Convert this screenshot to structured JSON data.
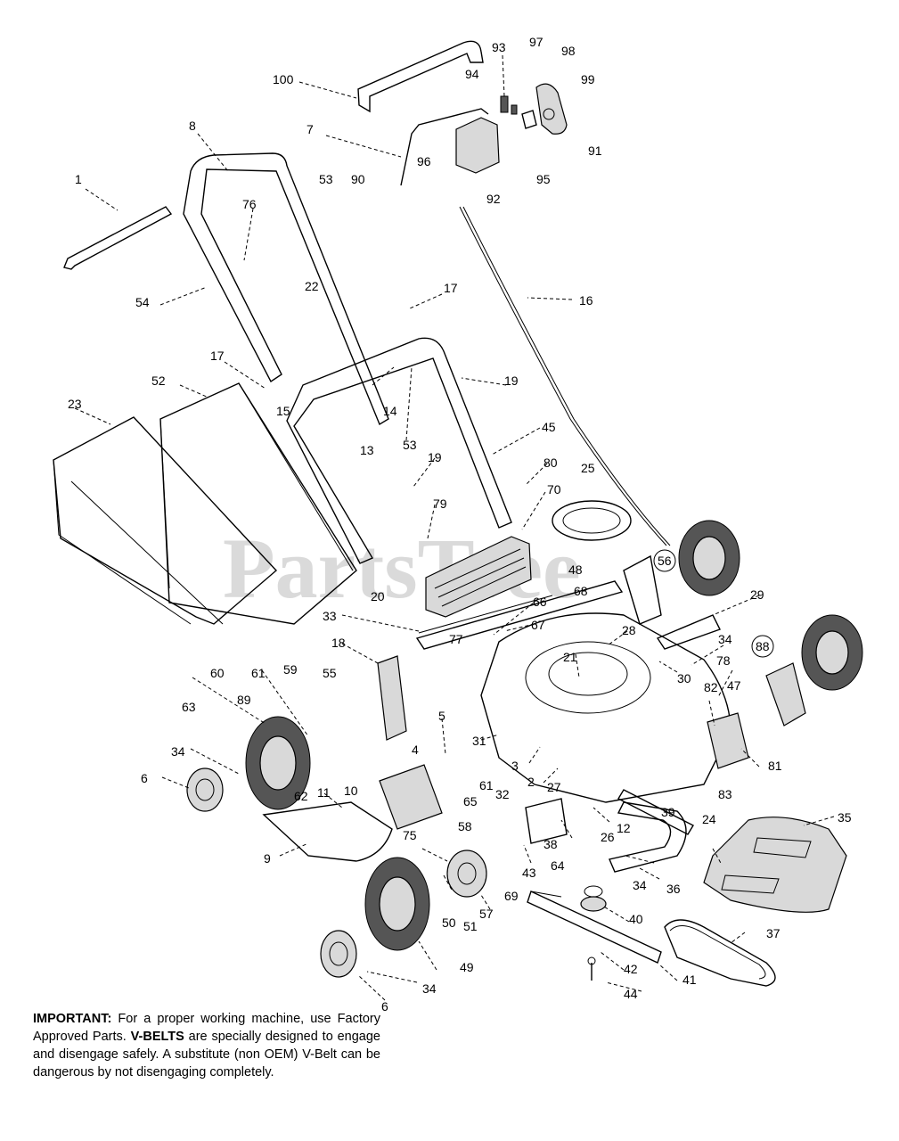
{
  "watermark": "PartsTree",
  "important_note": {
    "lead": "IMPORTANT:",
    "text_1": " For a proper working machine, use Factory Approved Parts. ",
    "emph": "V-BELTS",
    "text_2": " are specially designed to engage and disengage safely. A substitute (non OEM) V-Belt can be dangerous by not disengaging completely."
  },
  "callouts": [
    "100",
    "93",
    "97",
    "98",
    "94",
    "99",
    "8",
    "7",
    "96",
    "91",
    "95",
    "92",
    "1",
    "53",
    "90",
    "76",
    "22",
    "17",
    "16",
    "54",
    "52",
    "17",
    "19",
    "23",
    "15",
    "14",
    "13",
    "53",
    "45",
    "19",
    "80",
    "25",
    "70",
    "79",
    "48",
    "56",
    "68",
    "20",
    "66",
    "29",
    "33",
    "77",
    "67",
    "28",
    "34",
    "18",
    "88",
    "21",
    "78",
    "47",
    "60",
    "61",
    "59",
    "55",
    "30",
    "82",
    "5",
    "63",
    "89",
    "31",
    "4",
    "81",
    "34",
    "6",
    "3",
    "2",
    "27",
    "83",
    "62",
    "11",
    "10",
    "61",
    "32",
    "65",
    "12",
    "39",
    "24",
    "35",
    "9",
    "58",
    "75",
    "38",
    "26",
    "43",
    "64",
    "69",
    "34",
    "36",
    "50",
    "57",
    "51",
    "40",
    "37",
    "49",
    "42",
    "41",
    "34",
    "44",
    "6"
  ]
}
